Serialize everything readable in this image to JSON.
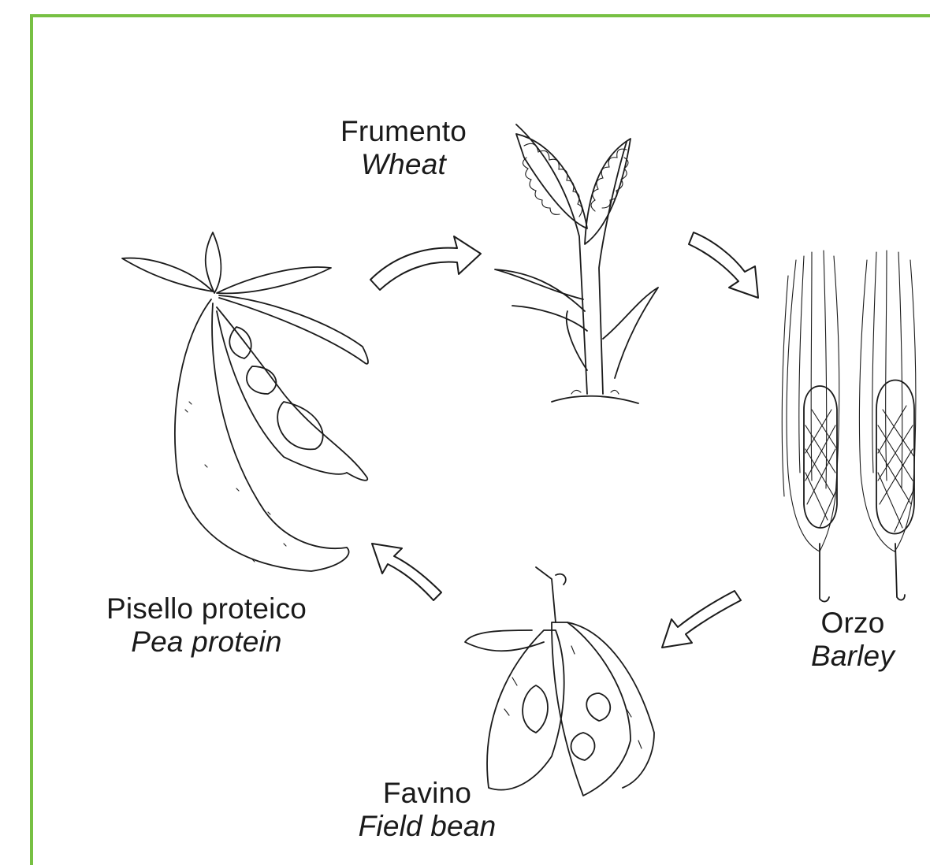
{
  "diagram": {
    "frame_color": "#77c043",
    "nodes": [
      {
        "id": "wheat",
        "label_it": "Frumento",
        "label_en": "Wheat",
        "icon": "wheat-icon"
      },
      {
        "id": "barley",
        "label_it": "Orzo",
        "label_en": "Barley",
        "icon": "barley-icon"
      },
      {
        "id": "field-bean",
        "label_it": "Favino",
        "label_en": "Field bean",
        "icon": "field-bean-icon"
      },
      {
        "id": "pea",
        "label_it": "Pisello proteico",
        "label_en": "Pea protein",
        "icon": "pea-pod-icon"
      }
    ],
    "edges": [
      {
        "from": "pea",
        "to": "wheat"
      },
      {
        "from": "wheat",
        "to": "barley"
      },
      {
        "from": "barley",
        "to": "field-bean"
      },
      {
        "from": "field-bean",
        "to": "pea"
      }
    ]
  }
}
